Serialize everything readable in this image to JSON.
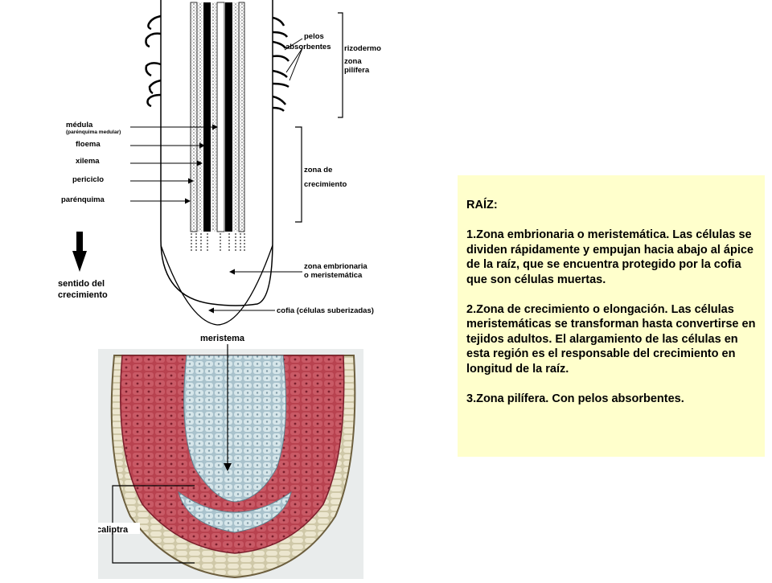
{
  "diagram": {
    "labels": {
      "pelos": "pelos",
      "absorbentes": "absorbentes",
      "rizodermo": "rizodermo",
      "zona_pilifera_1": "zona",
      "zona_pilifera_2": "pilífera",
      "medula": "médula",
      "parenquima_medular": "(parénquima medular)",
      "floema": "floema",
      "xilema": "xilema",
      "periciclo": "periciclo",
      "parenquima": "parénquima",
      "zona_crecimiento_1": "zona de",
      "zona_crecimiento_2": "crecimiento",
      "sentido_1": "sentido del",
      "sentido_2": "crecimiento",
      "zona_embrionaria_1": "zona embrionaria",
      "zona_embrionaria_2": "o meristemática",
      "cofia": "cofia (células suberizadas)"
    }
  },
  "micrograph": {
    "meristema": "meristema",
    "caliptra": "caliptra"
  },
  "textbox": {
    "title": "RAÍZ:",
    "p1": "1.Zona embrionaria o meristemática. Las células se dividen rápidamente y empujan hacia abajo al ápice de la raíz, que se encuentra protegido por la cofia que son células muertas.",
    "p2": "2.Zona de crecimiento o elongación. Las células meristemáticas se transforman hasta convertirse en tejidos adultos. El alargamiento de las células en esta región es el responsable del crecimiento en longitud de la raíz.",
    "p3": "3.Zona pilífera. Con pelos absorbentes.",
    "background": "#ffffcc"
  }
}
